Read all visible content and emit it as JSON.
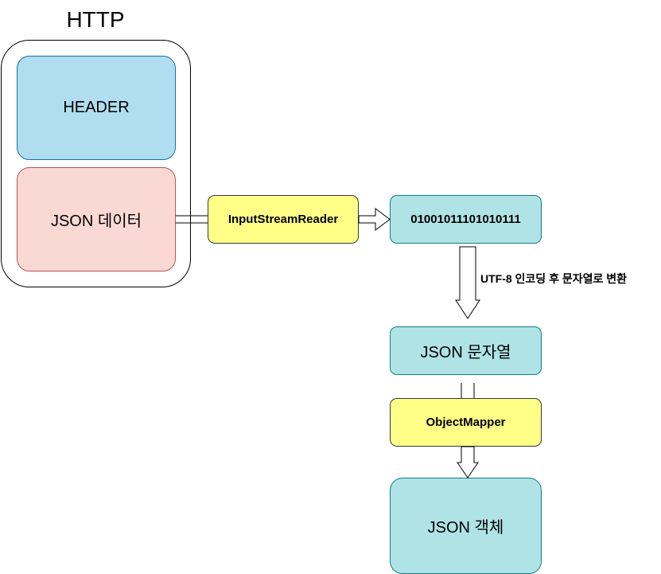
{
  "diagram": {
    "title": "HTTP",
    "nodes": {
      "header": "HEADER",
      "json_data": "JSON 데이터",
      "input_stream_reader": "InputStreamReader",
      "binary": "01001011101010111",
      "json_string": "JSON 문자열",
      "object_mapper": "ObjectMapper",
      "json_object": "JSON 객체"
    },
    "edge_labels": {
      "encode": "UTF-8 인코딩 후 문자열로 변환"
    }
  }
}
